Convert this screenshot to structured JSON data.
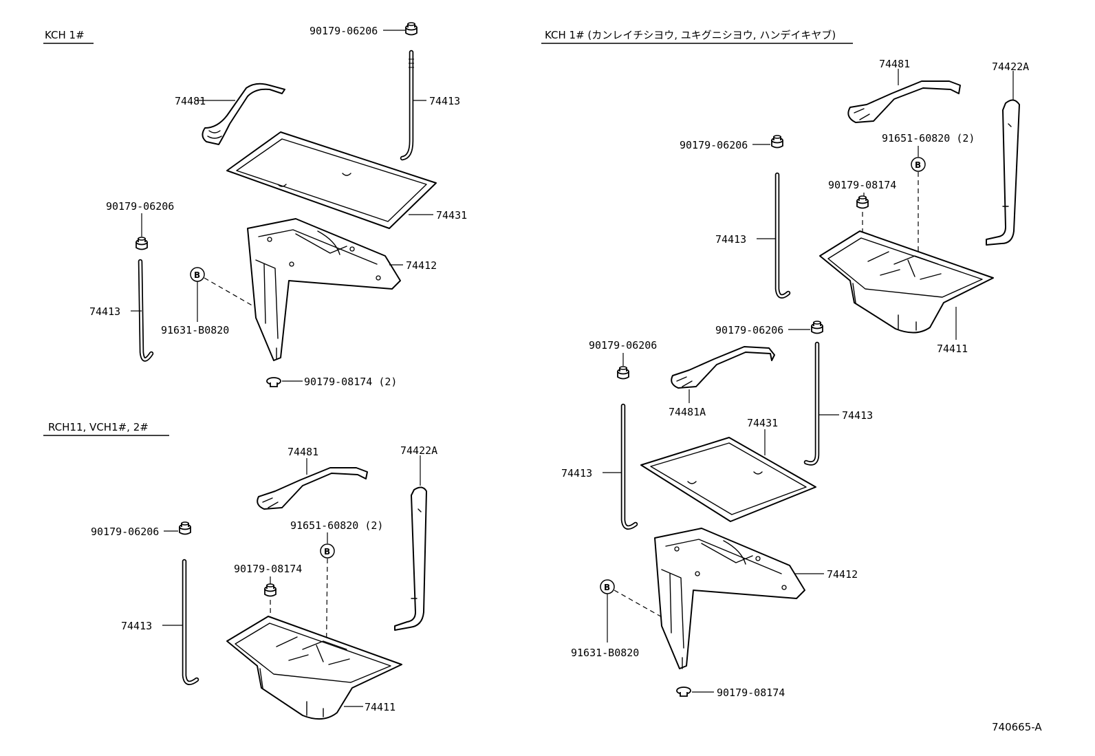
{
  "headings": {
    "kch1": "KCH 1#",
    "rch11": "RCH11, VCH1#, 2#",
    "kch1_jp": "KCH 1# (カンレイチシヨウ, ユキグニシヨウ, ハンデイキヤブ)"
  },
  "figure_code": "740665-A",
  "callout_letter": "B",
  "labels": {
    "a_nut_top": "90179-06206",
    "a_rod_right": "74413",
    "a_clamp": "74481",
    "a_cover": "74431",
    "a_nut_left": "90179-06206",
    "a_carrier": "74412",
    "a_rod_left": "74413",
    "a_bolt_b": "91631-B0820",
    "a_clip": "90179-08174 (2)",
    "b_clamp": "74481",
    "b_stay": "74422A",
    "b_bolt_b": "91651-60820 (2)",
    "b_nut": "90179-06206",
    "b_nut2": "90179-08174",
    "b_rod": "74413",
    "b_tray": "74411",
    "c_clamp": "74481",
    "c_stay": "74422A",
    "c_nut": "90179-06206",
    "c_bolt_b": "91651-60820 (2)",
    "c_nut2": "90179-08174",
    "c_rod": "74413",
    "c_tray": "74411",
    "c_nut3": "90179-06206",
    "c_nut4": "90179-06206",
    "c_clamp_a": "74481A",
    "c_rod2": "74413",
    "c_cover": "74431",
    "c_rod3": "74413",
    "c_carrier": "74412",
    "c_bolt_b2": "91631-B0820",
    "c_clip": "90179-08174"
  }
}
